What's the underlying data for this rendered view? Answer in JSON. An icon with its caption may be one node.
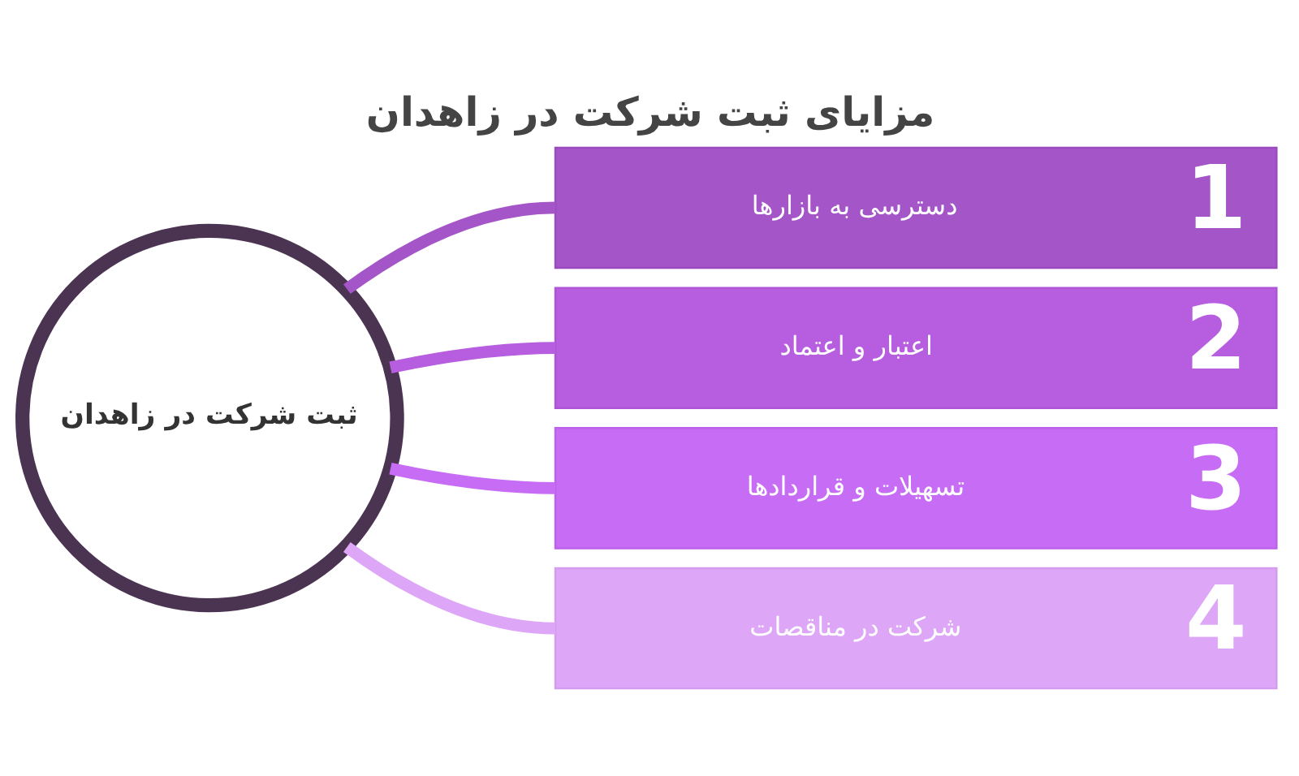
{
  "diagram": {
    "title": "مزایای ثبت شرکت در زاهدان",
    "nodes": [
      {
        "text": [
          "ثبت شرکت در زاهدان"
        ]
      },
      {
        "text": [
          "1",
          "دسترسی به بازارها"
        ]
      },
      {
        "text": [
          "2",
          "اعتبار و اعتماد"
        ]
      },
      {
        "text": [
          "3",
          "تسهیلات و قراردادها"
        ]
      },
      {
        "text": [
          "4",
          "شرکت در مناقصات"
        ]
      }
    ],
    "edges": [
      {
        "from": 0,
        "to": 1,
        "arrow": "none",
        "color": "#a455c8"
      },
      {
        "from": 0,
        "to": 2,
        "arrow": "none",
        "color": "#b75ddf"
      },
      {
        "from": 0,
        "to": 3,
        "arrow": "none",
        "color": "#c76cf5"
      },
      {
        "from": 0,
        "to": 4,
        "arrow": "none",
        "color": "#dda6f6"
      }
    ]
  }
}
